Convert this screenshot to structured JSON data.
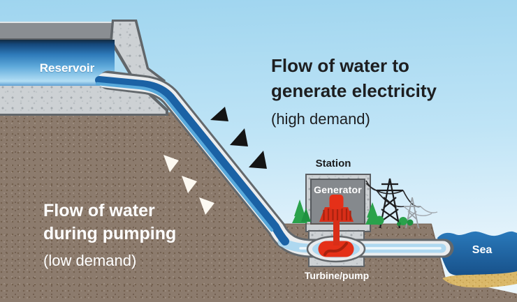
{
  "labels": {
    "reservoir": "Reservoir",
    "station": "Station",
    "generator": "Generator",
    "turbine_pump": "Turbine/pump",
    "sea": "Sea"
  },
  "annotations": {
    "generation": {
      "line1": "Flow of water to",
      "line2": "generate electricity",
      "note": "(high demand)"
    },
    "pumping": {
      "line1": "Flow of water",
      "line2": "during pumping",
      "note": "(low demand)"
    }
  },
  "flow_arrows": {
    "generation": {
      "count": 3,
      "color": "#141414",
      "direction": "pointing toward penstock from upper right (downhill flow)"
    },
    "pumping": {
      "count": 3,
      "color": "#fcf9f2",
      "direction": "pointing toward penstock from lower left (uphill pumping)"
    }
  },
  "colors": {
    "sky_top": "#9fd5ef",
    "sky_bottom": "#eef8fd",
    "reservoir_water_dark": "#15487b",
    "reservoir_water_light": "#b3def4",
    "dam_crest_gray": "#8a8e92",
    "concrete": "#cdd1d4",
    "hill_brown": "#8c7b6d",
    "pipe_casing": "#ebedee",
    "pipe_core_blue": "#1b62a5",
    "pipe_interior_pale": "#aed8f0",
    "turbine_red": "#e2301c",
    "turbine_red_dark": "#a8220f",
    "sea_blue": "#2a7abc",
    "sand": "#dab869",
    "tree_green": "#2aa24b",
    "heading_text_dark": "#1d1e20",
    "heading_text_light": "#ffffff"
  }
}
